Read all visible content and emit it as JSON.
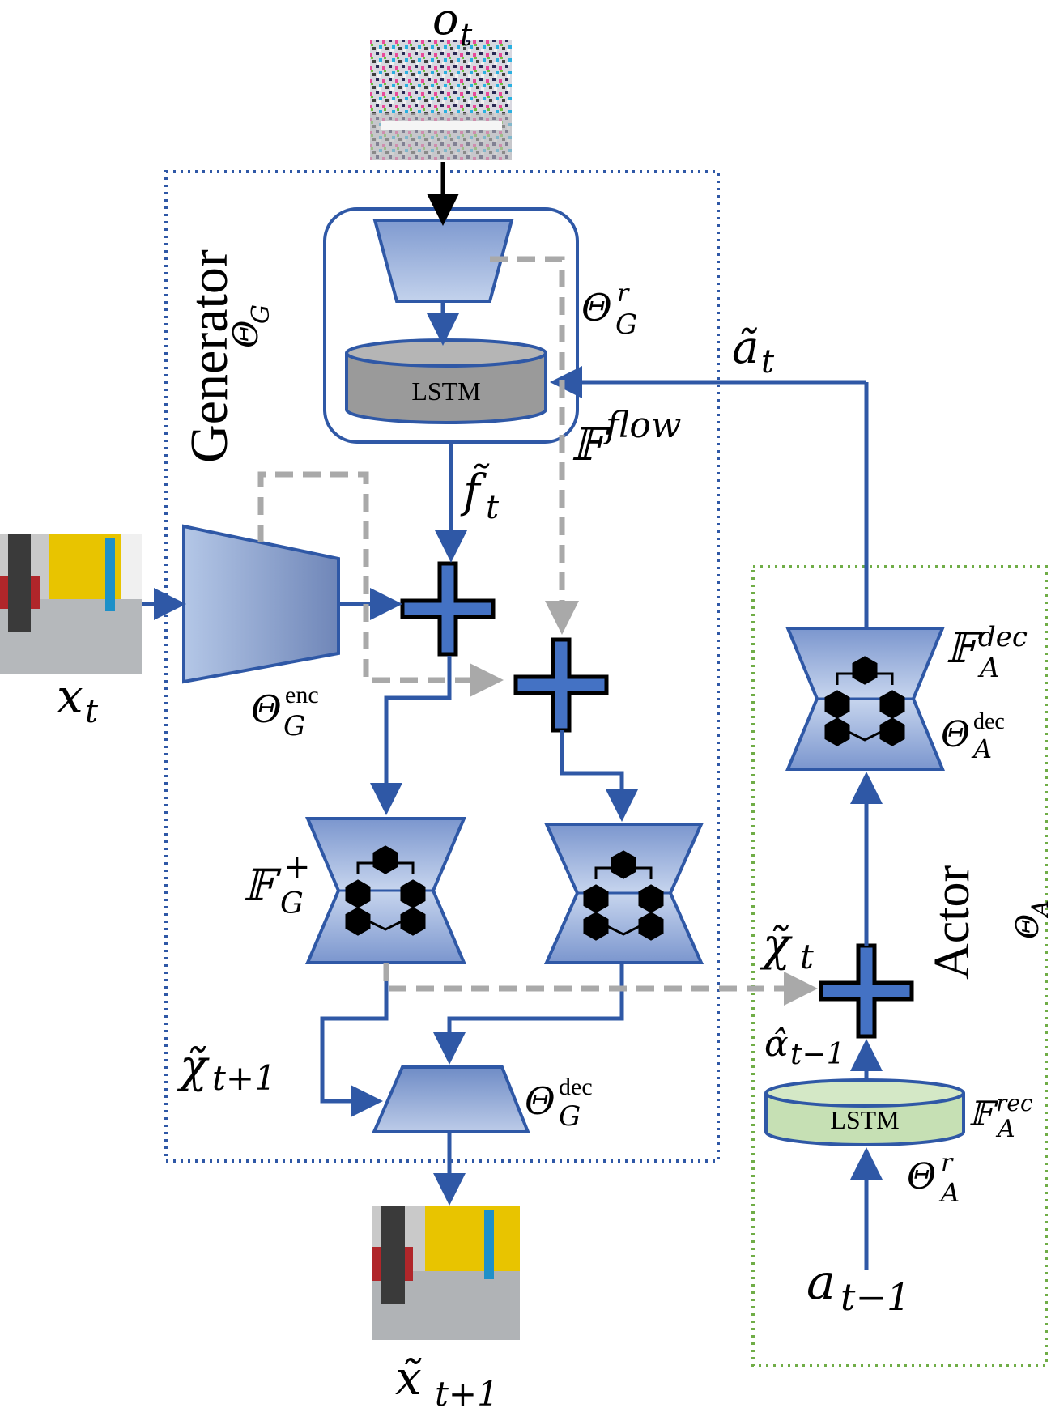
{
  "labels": {
    "input_obs": "o",
    "input_obs_sub": "t",
    "input_frame": "x",
    "input_frame_sub": "t",
    "output_frame": "x̃",
    "output_frame_sub": "t+1",
    "generator_title": "Generator",
    "generator_theta": "Θ",
    "generator_theta_sub": "G",
    "actor_title": "Actor",
    "actor_theta": "Θ",
    "actor_theta_sub": "A",
    "theta_g_r": "Θ",
    "theta_g_r_sup": "r",
    "theta_g_r_sub": "G",
    "theta_g_enc": "Θ",
    "theta_g_enc_sup": "enc",
    "theta_g_enc_sub": "G",
    "theta_g_dec": "Θ",
    "theta_g_dec_sup": "dec",
    "theta_g_dec_sub": "G",
    "theta_a_dec": "Θ",
    "theta_a_dec_sup": "dec",
    "theta_a_dec_sub": "A",
    "theta_a_r": "Θ",
    "theta_a_r_sup": "r",
    "theta_a_r_sub": "A",
    "f_flow": "𝔽",
    "f_flow_sup": "flow",
    "f_g_plus": "𝔽",
    "f_g_plus_sup": "+",
    "f_g_plus_sub": "G",
    "f_a_dec": "𝔽",
    "f_a_dec_sup": "dec",
    "f_a_dec_sub": "A",
    "f_a_rec": "𝔽",
    "f_a_rec_sup": "rec",
    "f_a_rec_sub": "A",
    "a_tilde": "ã",
    "a_tilde_sub": "t",
    "f_tilde": "f̃",
    "f_tilde_sub": "t",
    "chi_t": "χ̃",
    "chi_t_sub": "t",
    "chi_t1": "χ̃",
    "chi_t1_sub": "t+1",
    "alpha_hat": "α̂",
    "alpha_hat_sub": "t−1",
    "a_prev": "a",
    "a_prev_sub": "t−1",
    "lstm_generator": "LSTM",
    "lstm_actor": "LSTM"
  },
  "colors": {
    "flow": "#2f58a6",
    "dash": "#a9a9a9",
    "generator_border": "#2f58a6",
    "actor_border": "#70ad47",
    "lstm_gray": "#9a9a9a",
    "lstm_green": "#c6e0b4",
    "block_fill": "#8fa9d6",
    "plus_fill": "#4472c4"
  }
}
